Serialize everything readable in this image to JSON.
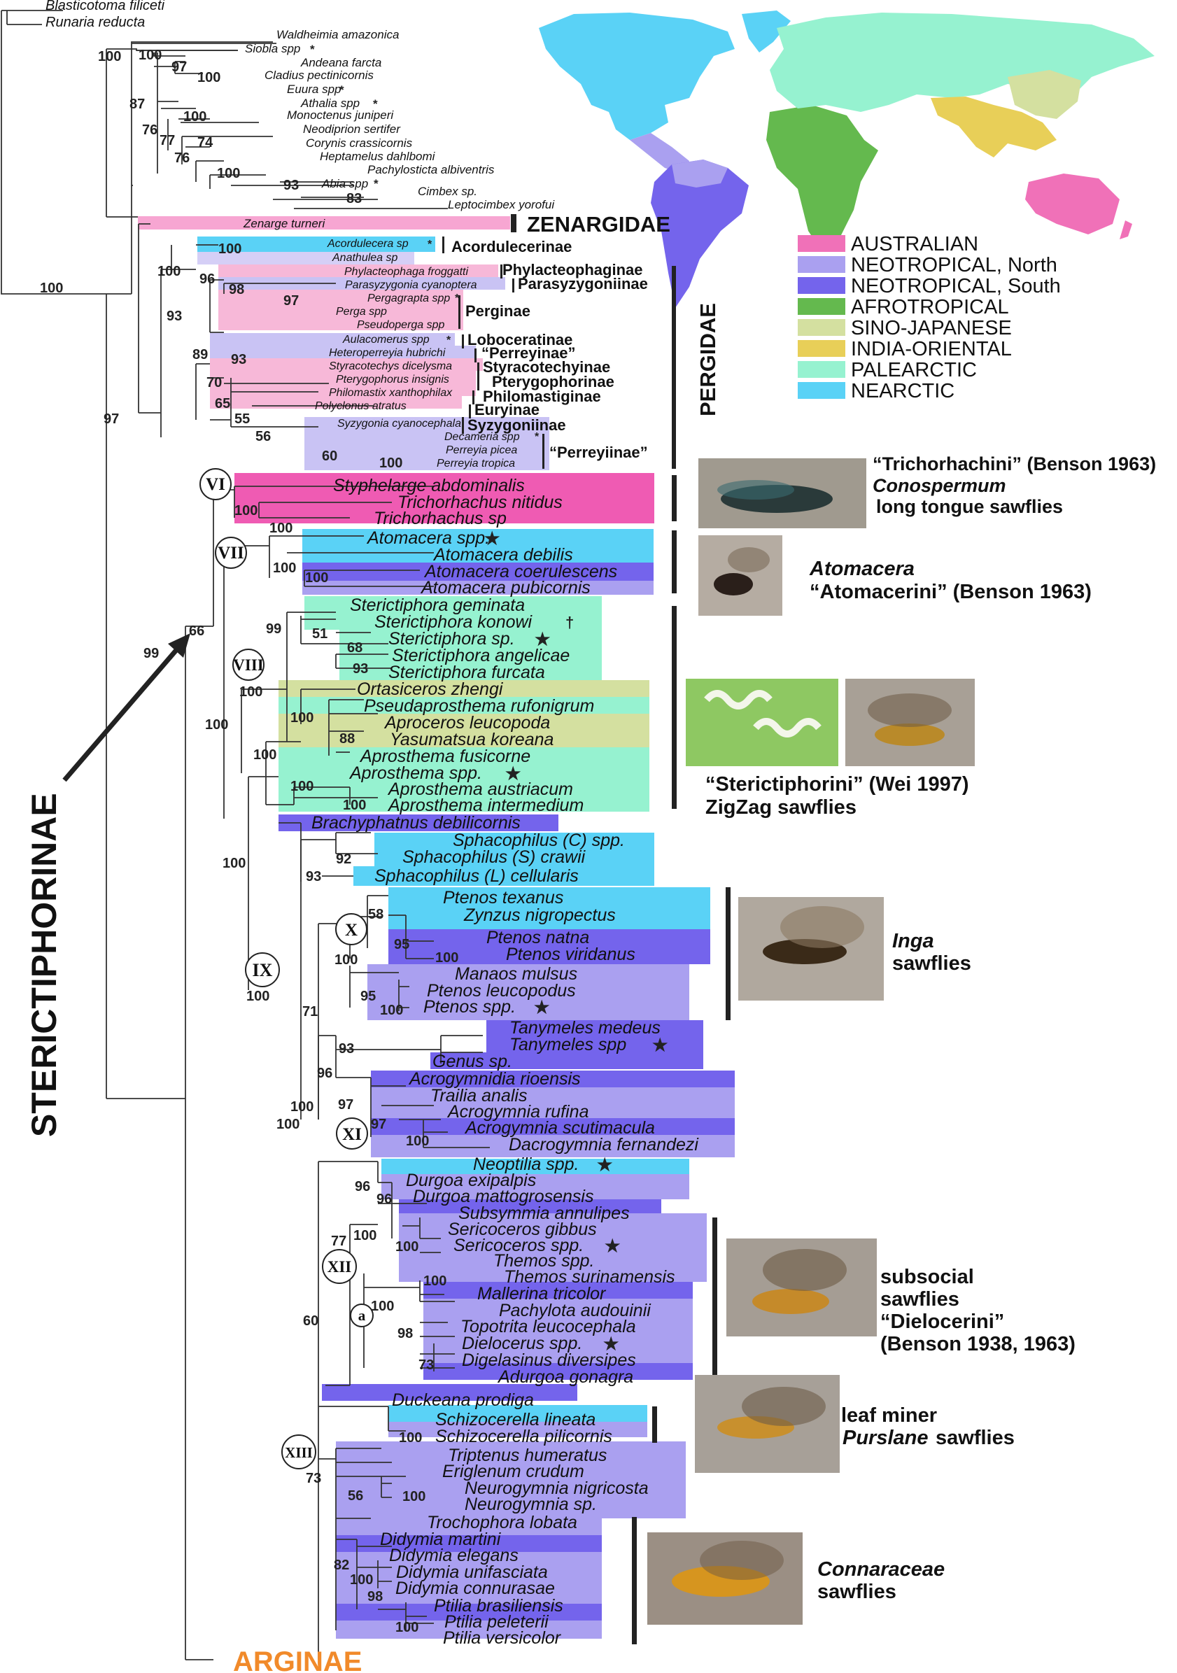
{
  "colors": {
    "australian": "#f071b8",
    "neotropical_north": "#aaa0f0",
    "neotropical_south": "#7464ec",
    "afrotropical": "#64b94e",
    "sino_japanese": "#d4e0a0",
    "india_oriental": "#e8cf58",
    "palearctic": "#96f2d0",
    "nearctic": "#5ad2f6"
  },
  "legend": [
    {
      "label": "AUSTRALIAN",
      "color": "australian"
    },
    {
      "label": "NEOTROPICAL, North",
      "color": "neotropical_north"
    },
    {
      "label": "NEOTROPICAL, South",
      "color": "neotropical_south"
    },
    {
      "label": "AFROTROPICAL",
      "color": "afrotropical"
    },
    {
      "label": "SINO-JAPANESE",
      "color": "sino_japanese"
    },
    {
      "label": "INDIA-ORIENTAL",
      "color": "india_oriental"
    },
    {
      "label": "PALEARCTIC",
      "color": "palearctic"
    },
    {
      "label": "NEARCTIC",
      "color": "nearctic"
    }
  ],
  "families": {
    "zenargidae": "ZENARGIDAE",
    "pergidae": "PERGIDAE"
  },
  "subfamily_vertical": "STERICTIPHORINAE",
  "arginae": "ARGINAE",
  "outgroup_taxa": [
    "Blasticotoma filiceti",
    "Runaria reducta",
    "Waldheimia amazonica",
    "Siobla spp",
    "Andeana farcta",
    "Cladius pectinicornis",
    "Euura spp",
    "Athalia spp",
    "Monoctenus juniperi",
    "Neodiprion sertifer",
    "Corynis crassicornis",
    "Heptamelus dahlbomi",
    "Pachylosticta albiventris",
    "Abia spp",
    "Cimbex sp.",
    "Leptocimbex yorofui",
    "Zenarge turneri"
  ],
  "pergid_taxa": [
    "Acordulecera sp",
    "Anathulea sp",
    "Phylacteophaga froggatti",
    "Parasyzygonia cyanoptera",
    "Pergagrapta spp",
    "Perga spp",
    "Pseudoperga spp",
    "Aulacomerus spp",
    "Heteroperreyia hubrichi",
    "Styracotechys dicelysma",
    "Pterygophorus insignis",
    "Philomastix xanthophilax",
    "Polyclonus atratus",
    "Syzygonia cyanocephala",
    "Decameria spp",
    "Perreyia picea",
    "Perreyia tropica"
  ],
  "pergid_subfamilies": [
    "Acordulecerinae",
    "Phylacteophaginae",
    "Parasyzygoniinae",
    "Perginae",
    "Loboceratinae",
    "“Perreyinae”",
    "Styracotechyinae",
    "Pterygophorinae",
    "Philomastiginae",
    "Euryinae",
    "Syzygoniinae",
    "“Perreyiinae”"
  ],
  "ingroup_taxa": [
    "Styphelarge abdominalis",
    "Trichorhachus nitidus",
    "Trichorhachus sp",
    "Atomacera spp.",
    "Atomacera debilis",
    "Atomacera coerulescens",
    "Atomacera pubicornis",
    "Sterictiphora geminata",
    "Sterictiphora konowi",
    "Sterictiphora sp.",
    "Sterictiphora angelicae",
    "Sterictiphora furcata",
    "Ortasiceros zhengi",
    "Pseudaprosthema rufonigrum",
    "Aproceros leucopoda",
    "Yasumatsua koreana",
    "Aprosthema fusicorne",
    "Aprosthema spp.",
    "Aprosthema austriacum",
    "Aprosthema intermedium",
    "Brachyphatnus debilicornis",
    "Sphacophilus (C) spp.",
    "Sphacophilus (S) crawii",
    "Sphacophilus (L) cellularis",
    "Ptenos texanus",
    "Zynzus nigropectus",
    "Ptenos natna",
    "Ptenos viridanus",
    "Manaos mulsus",
    "Ptenos leucopodus",
    "Ptenos spp.",
    "Tanymeles medeus",
    "Tanymeles spp",
    "Genus sp.",
    "Acrogymnidia rioensis",
    "Trailia analis",
    "Acrogymnia rufina",
    "Acrogymnia scutimacula",
    "Dacrogymnia fernandezi",
    "Neoptilia spp.",
    "Durgoa exipalpis",
    "Durgoa mattogrosensis",
    "Subsymmia annulipes",
    "Sericoceros gibbus",
    "Sericoceros spp.",
    "Themos spp.",
    "Themos surinamensis",
    "Mallerina tricolor",
    "Pachylota audouinii",
    "Topotrita leucocephala",
    "Dielocerus spp.",
    "Digelasinus diversipes",
    "Adurgoa gonagra",
    "Duckeana prodiga",
    "Schizocerella lineata",
    "Schizocerella pilicornis",
    "Triptenus humeratus",
    "Eriglenum crudum",
    "Neurogymnia nigricosta",
    "Neurogymnia sp.",
    "Trochophora lobata",
    "Didymia martini",
    "Didymia elegans",
    "Didymia unifasciata",
    "Didymia connurasae",
    "Ptilia brasiliensis",
    "Ptilia peleterii",
    "Ptilia versicolor"
  ],
  "support_values": [
    "100",
    "100",
    "97",
    "100",
    "87",
    "100",
    "76",
    "77",
    "74",
    "76",
    "100",
    "93",
    "83",
    "100",
    "100",
    "100",
    "96",
    "98",
    "93",
    "97",
    "89",
    "93",
    "70",
    "65",
    "55",
    "56",
    "60",
    "100",
    "97",
    "100",
    "100",
    "100",
    "100",
    "66",
    "99",
    "51",
    "68",
    "93",
    "100",
    "100",
    "100",
    "88",
    "100",
    "100",
    "100",
    "100",
    "92",
    "93",
    "58",
    "100",
    "95",
    "100",
    "95",
    "100",
    "100",
    "93",
    "71",
    "96",
    "97",
    "97",
    "100",
    "100",
    "96",
    "96",
    "77",
    "100",
    "100",
    "100",
    "100",
    "98",
    "73",
    "60",
    "100",
    "100",
    "73",
    "56",
    "100",
    "82",
    "100",
    "98",
    "100",
    "99"
  ],
  "clade_numbers": [
    "VI",
    "VII",
    "VIII",
    "IX",
    "X",
    "XI",
    "XII",
    "XIII",
    "a"
  ],
  "captions": {
    "c1_l1": "“Trichorhachini” (Benson 1963)",
    "c1_l2": "Conospermum",
    "c1_l3": "long tongue sawflies",
    "c2_l1": "Atomacera",
    "c2_l2": "“Atomacerini” (Benson 1963)",
    "c3_l1": "“Sterictiphorini” (Wei 1997)",
    "c3_l2": "ZigZag sawflies",
    "c4_l1": "Inga",
    "c4_l2": "sawflies",
    "c5_l1": "subsocial",
    "c5_l2": "sawflies",
    "c5_l3": "“Dielocerini”",
    "c5_l4": "(Benson 1938, 1963)",
    "c6_l1": "leaf miner",
    "c6_l2": "Purslane",
    "c6_l3": "sawflies",
    "c7_l1": "Connaraceae",
    "c7_l2": "sawflies"
  },
  "markers": {
    "star": "★",
    "small_star": "*",
    "cross": "†"
  }
}
